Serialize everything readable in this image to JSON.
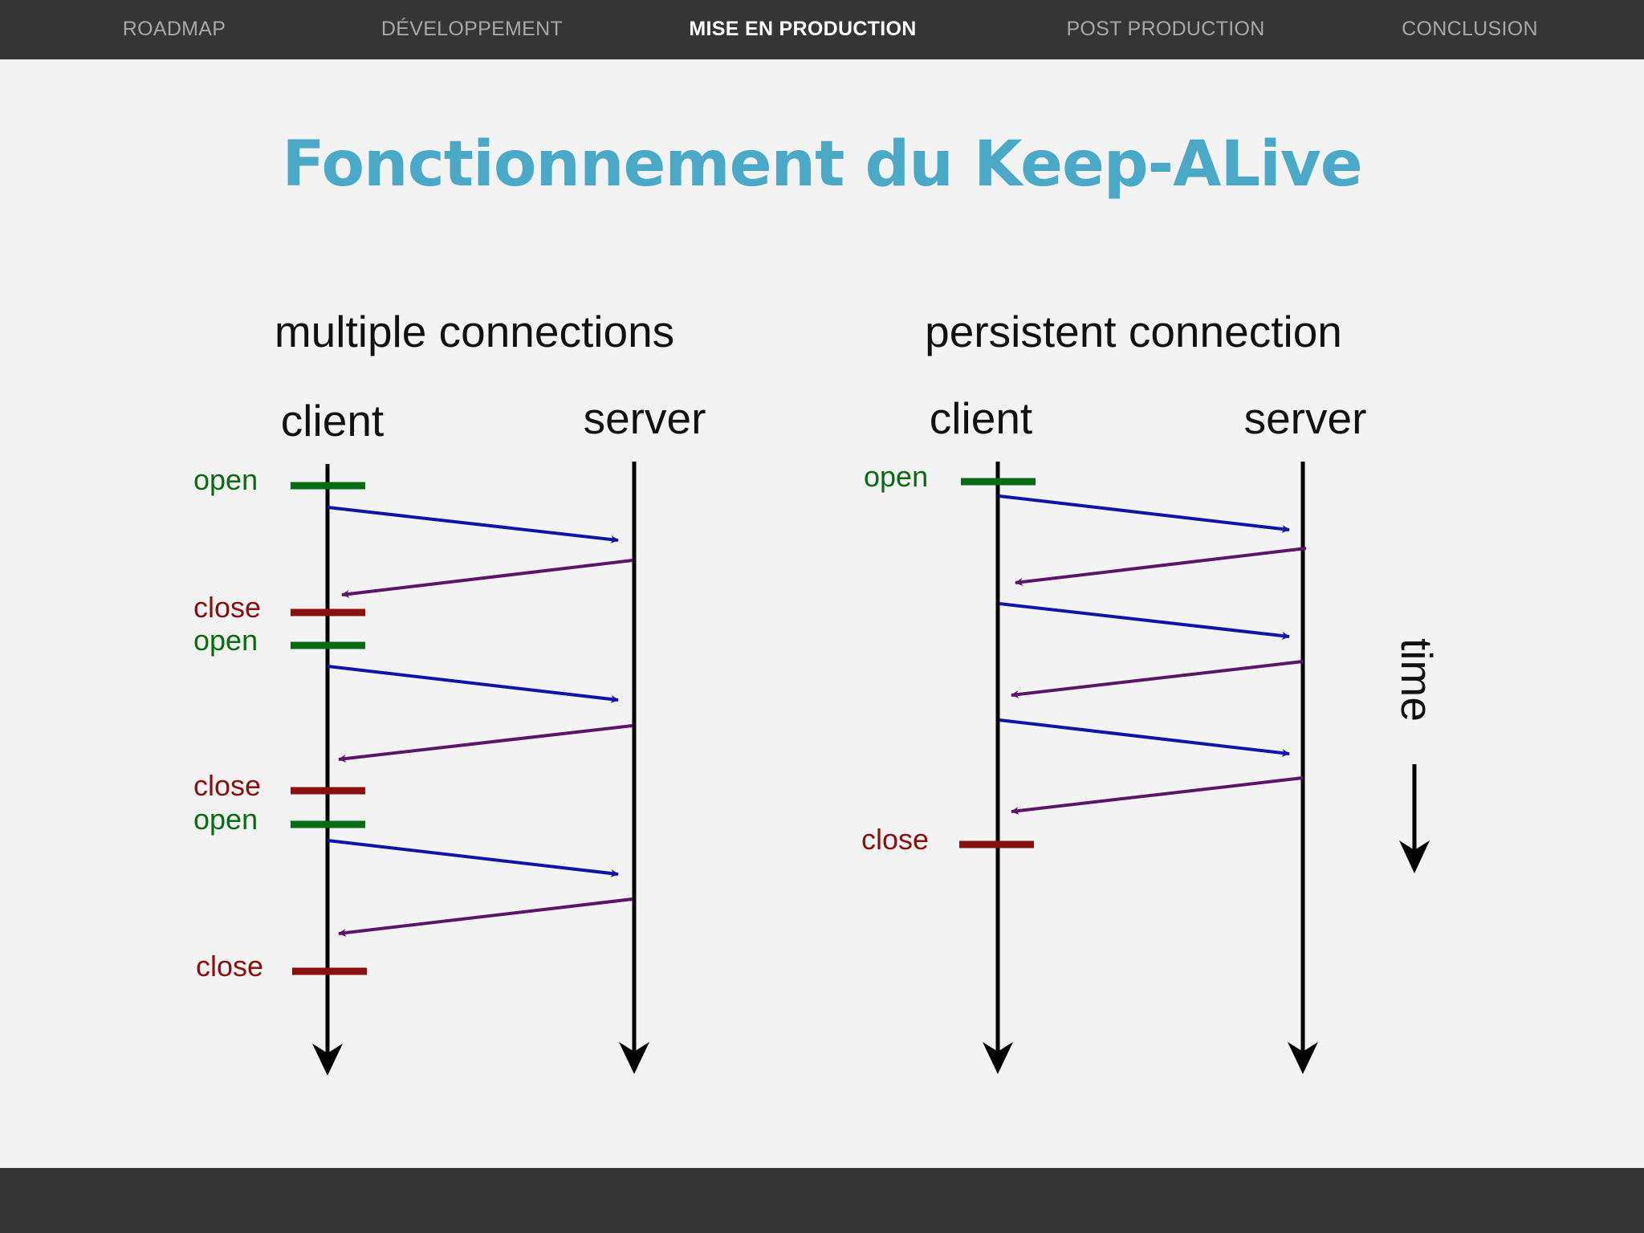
{
  "nav": {
    "items": [
      {
        "label": "ROADMAP",
        "active": false
      },
      {
        "label": "DÉVELOPPEMENT",
        "active": false
      },
      {
        "label": "MISE EN PRODUCTION",
        "active": true
      },
      {
        "label": "POST PRODUCTION",
        "active": false
      },
      {
        "label": "CONCLUSION",
        "active": false
      }
    ]
  },
  "slide": {
    "title": "Fonctionnement du Keep-ALive"
  },
  "diagram": {
    "colors": {
      "open": "#0b6b14",
      "close": "#8b0f0f",
      "request": "#1010b4",
      "response": "#5a1566",
      "timeline": "#000000",
      "title": "#4aa9c6"
    },
    "multiple": {
      "title": "multiple connections",
      "client_label": "client",
      "server_label": "server",
      "open_label": "open",
      "close_label": "close"
    },
    "persistent": {
      "title": "persistent connection",
      "client_label": "client",
      "server_label": "server",
      "open_label": "open",
      "close_label": "close"
    },
    "time_label": "time"
  }
}
